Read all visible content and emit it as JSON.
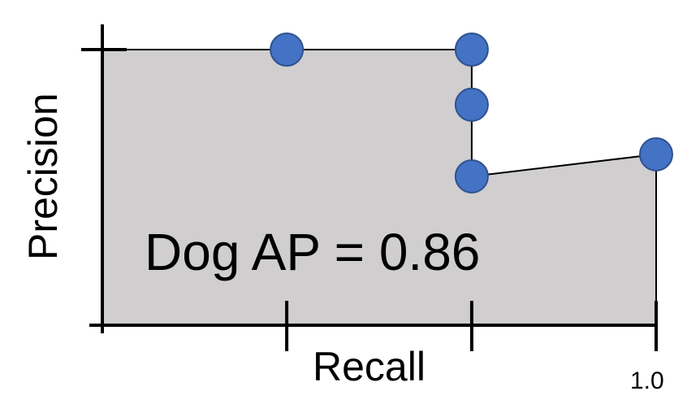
{
  "chart_data": {
    "type": "area",
    "title": "",
    "xlabel": "Recall",
    "ylabel": "Precision",
    "annotation": "Dog AP = 0.86",
    "x_tick_labels": [
      "1.0"
    ],
    "x_ticks": [
      0.333,
      0.667,
      1.0
    ],
    "y_ticks": [
      1.0
    ],
    "xlim": [
      0,
      1
    ],
    "ylim": [
      0,
      1
    ],
    "points": [
      {
        "recall": 0.333,
        "precision": 1.0
      },
      {
        "recall": 0.667,
        "precision": 1.0
      },
      {
        "recall": 0.667,
        "precision": 0.8
      },
      {
        "recall": 0.667,
        "precision": 0.54
      },
      {
        "recall": 1.0,
        "precision": 0.62
      }
    ],
    "colors": {
      "fill": "#d0cece",
      "point": "#4472c4",
      "point_stroke": "#2f528f",
      "line": "#000000"
    }
  }
}
